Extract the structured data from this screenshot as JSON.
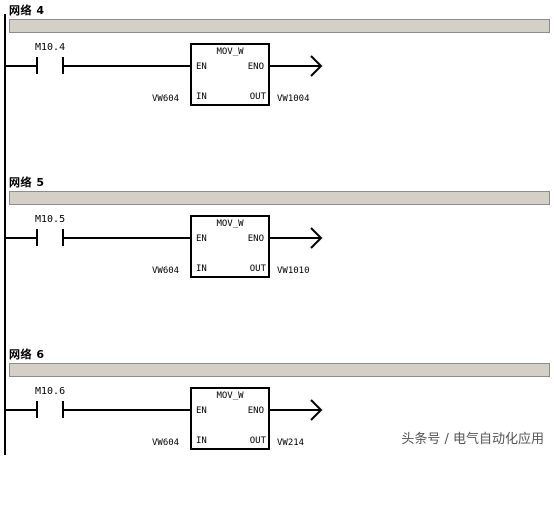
{
  "networks": [
    {
      "title": "网络 4",
      "contact": "M10.4",
      "block": "MOV_W",
      "en": "EN",
      "eno": "ENO",
      "in_pin": "IN",
      "out_pin": "OUT",
      "in_operand": "VW604",
      "out_operand": "VW1004"
    },
    {
      "title": "网络 5",
      "contact": "M10.5",
      "block": "MOV_W",
      "en": "EN",
      "eno": "ENO",
      "in_pin": "IN",
      "out_pin": "OUT",
      "in_operand": "VW604",
      "out_operand": "VW1010"
    },
    {
      "title": "网络 6",
      "contact": "M10.6",
      "block": "MOV_W",
      "en": "EN",
      "eno": "ENO",
      "in_pin": "IN",
      "out_pin": "OUT",
      "in_operand": "VW604",
      "out_operand": "VW214"
    }
  ],
  "watermark": "头条号 / 电气自动化应用",
  "colors": {
    "comment_bar": "#d4d0c8",
    "line": "#000000",
    "background": "#ffffff"
  }
}
